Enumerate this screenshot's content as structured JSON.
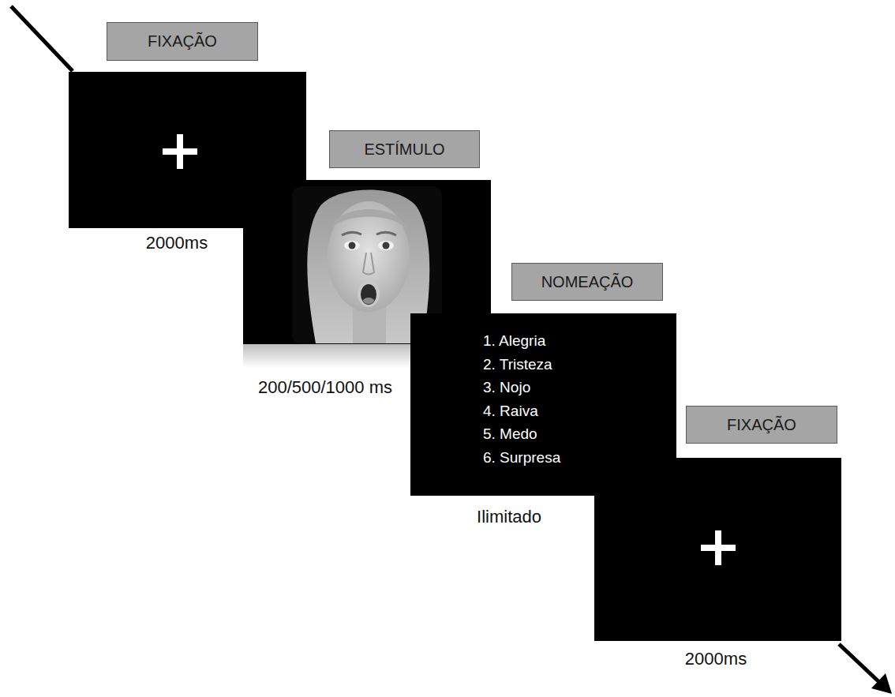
{
  "diagram": {
    "nodes": [
      {
        "text": [
          "FIXAÇÃO"
        ]
      },
      {
        "text": [
          "ESTÍMULO"
        ]
      },
      {
        "text": [
          "NOMEAÇÃO"
        ]
      },
      {
        "text": [
          "1. Alegria",
          "2. Tristeza",
          "3. Nojo",
          "4. Raiva",
          "5. Medo",
          "6. Surpresa"
        ]
      },
      {
        "text": [
          "FIXAÇÃO"
        ]
      }
    ],
    "labels": [
      "2000ms",
      "200/500/1000 ms",
      "Ilimitado",
      "2000ms"
    ]
  }
}
